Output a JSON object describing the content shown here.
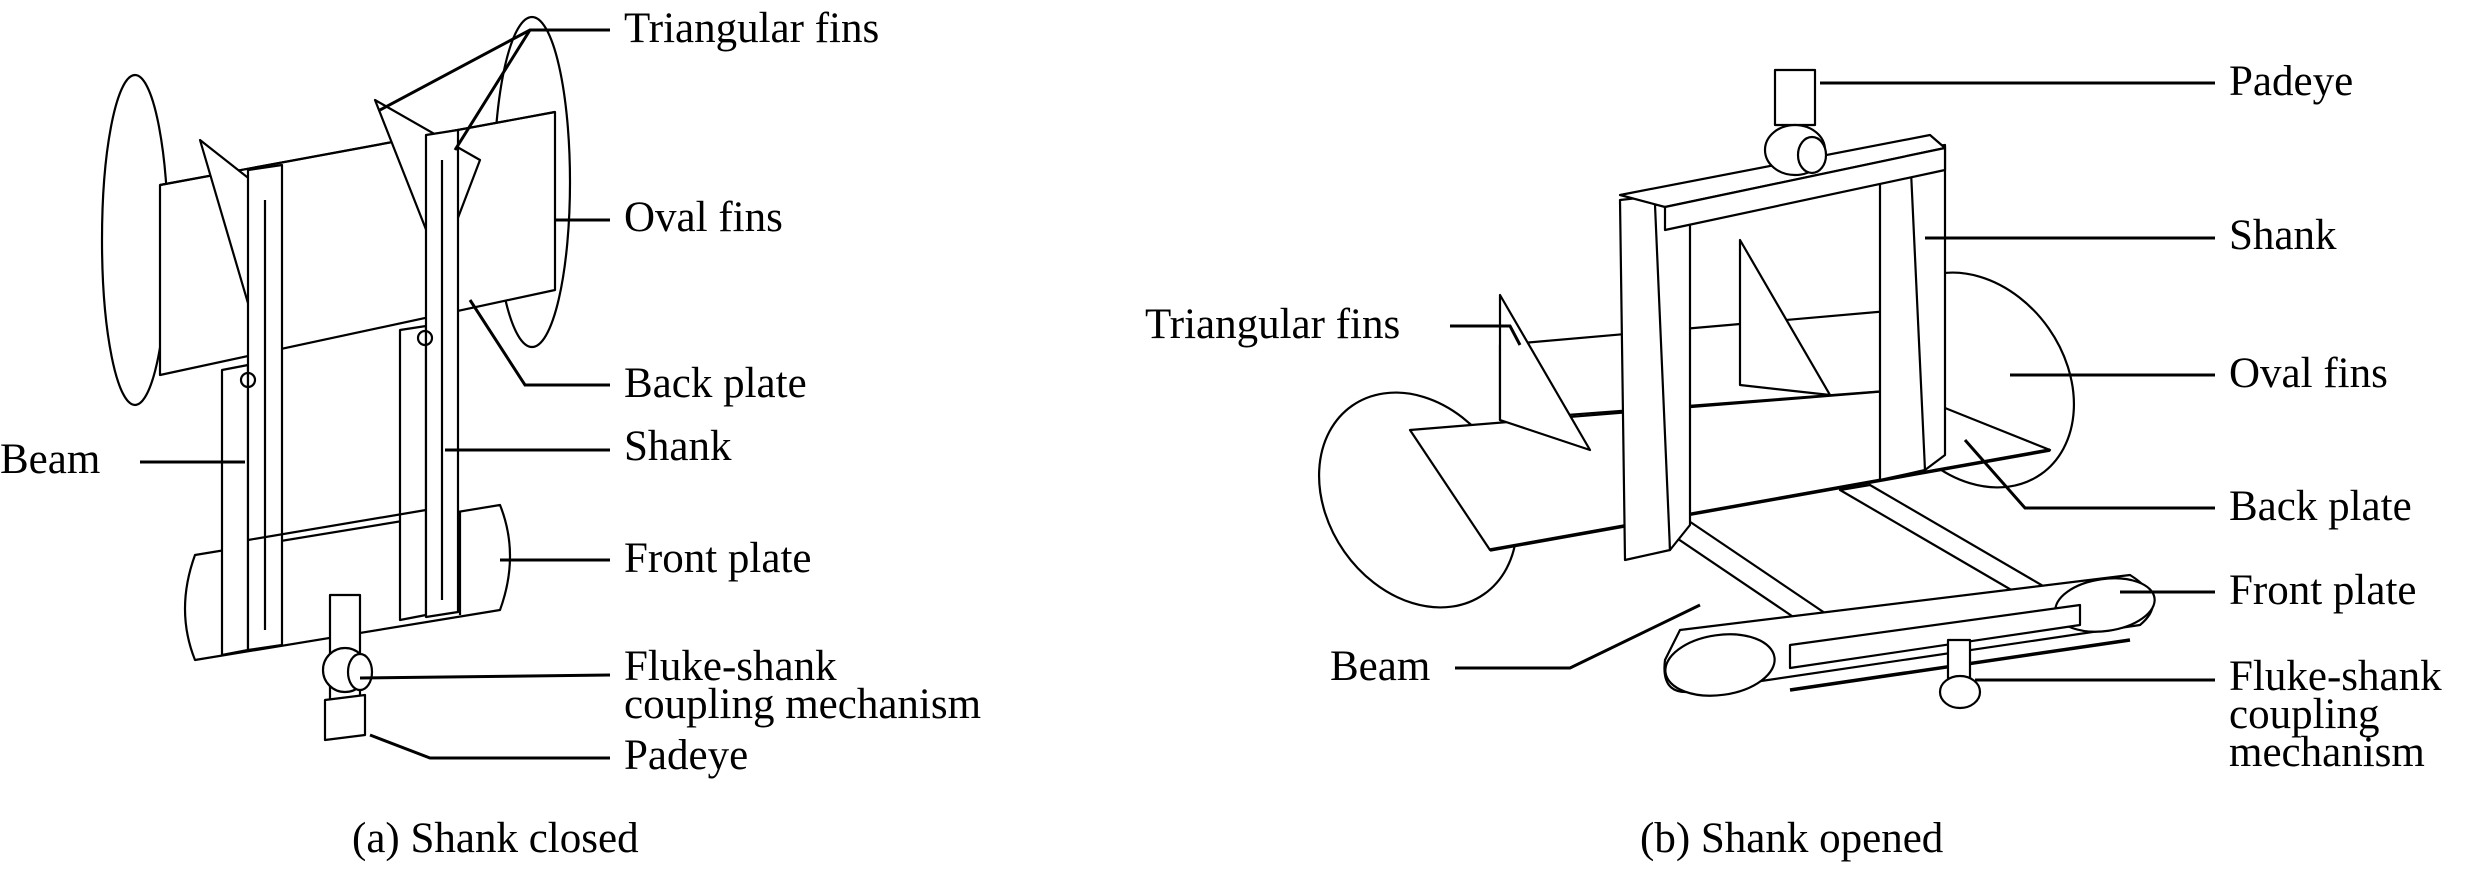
{
  "panel_a": {
    "caption": "(a) Shank closed",
    "labels": {
      "triangular_fins": "Triangular fins",
      "oval_fins": "Oval fins",
      "back_plate": "Back plate",
      "shank": "Shank",
      "beam": "Beam",
      "front_plate": "Front plate",
      "coupling_line1": "Fluke-shank",
      "coupling_line2": "coupling mechanism",
      "padeye": "Padeye"
    }
  },
  "panel_b": {
    "caption": "(b) Shank opened",
    "labels": {
      "padeye": "Padeye",
      "shank": "Shank",
      "triangular_fins": "Triangular fins",
      "oval_fins": "Oval fins",
      "back_plate": "Back plate",
      "front_plate": "Front plate",
      "beam": "Beam",
      "coupling_line1": "Fluke-shank",
      "coupling_line2": "coupling",
      "coupling_line3": "mechanism"
    }
  }
}
